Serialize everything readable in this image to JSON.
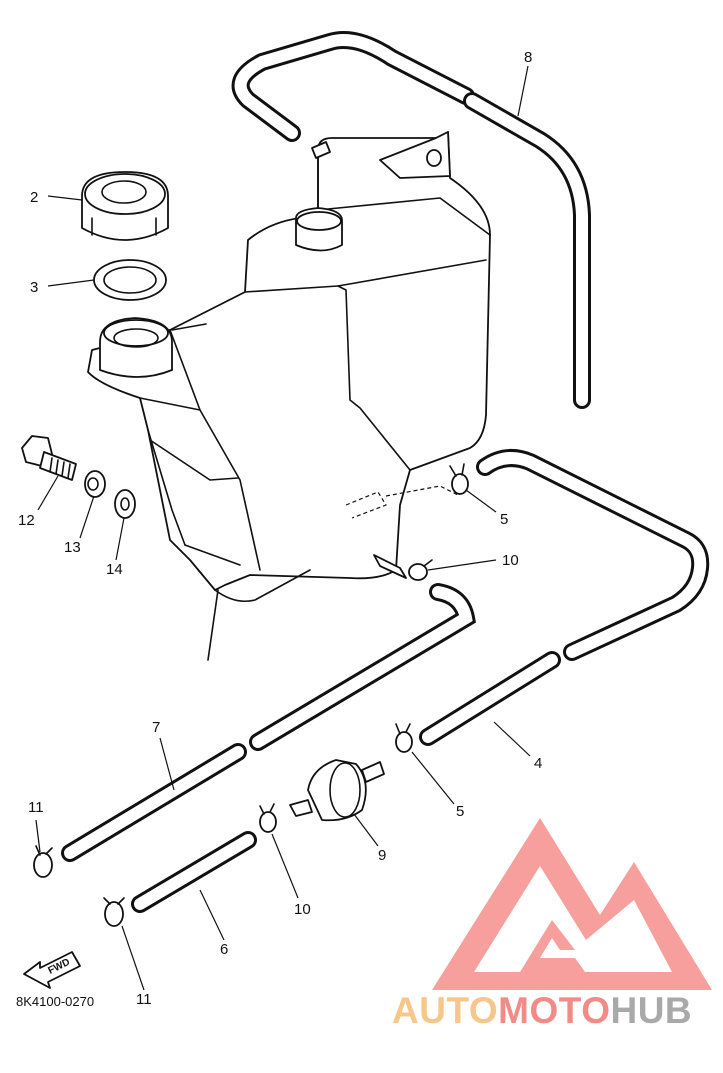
{
  "diagram": {
    "part_labels": [
      "2",
      "3",
      "12",
      "13",
      "14",
      "8",
      "5",
      "10",
      "7",
      "4",
      "11",
      "9",
      "5",
      "10",
      "6",
      "11"
    ],
    "drawing_code": "8K4100-0270",
    "fwd_label": "FWD"
  },
  "watermark": {
    "part1": "AUTO",
    "part2": "MOTO",
    "part3": "HUB",
    "colors": {
      "part1": "#f7c68a",
      "part2": "#f28b86",
      "part3": "#a9a9a9",
      "logo": "#f47f7b"
    }
  }
}
